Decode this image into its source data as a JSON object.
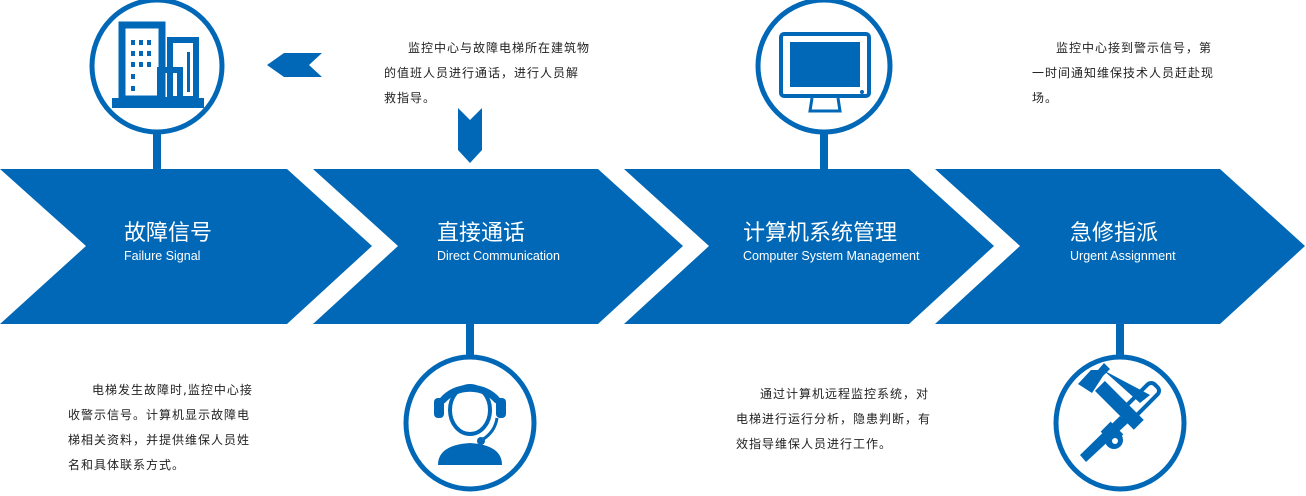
{
  "colors": {
    "primary": "#0068b7",
    "text": "#222222",
    "background": "#ffffff"
  },
  "steps": [
    {
      "title_zh": "故障信号",
      "title_en": "Failure Signal",
      "icon": "building-icon"
    },
    {
      "title_zh": "直接通话",
      "title_en": "Direct Communication",
      "icon": "headset-agent-icon"
    },
    {
      "title_zh": "计算机系统管理",
      "title_en": "Computer System Management",
      "icon": "monitor-icon"
    },
    {
      "title_zh": "急修指派",
      "title_en": "Urgent Assignment",
      "icon": "wrench-screwdriver-icon"
    }
  ],
  "descriptions": {
    "failure_signal": "电梯发生故障时,监控中心接收警示信号。计算机显示故障电梯相关资料，并提供维保人员姓名和具体联系方式。",
    "direct_communication": "监控中心与故障电梯所在建筑物的值班人员进行通话，进行人员解救指导。",
    "system_management": "通过计算机远程监控系统，对电梯进行运行分析，隐患判断，有效指导维保人员进行工作。",
    "urgent_assignment": "监控中心接到警示信号，第一时间通知维保技术人员赶赴现场。"
  }
}
